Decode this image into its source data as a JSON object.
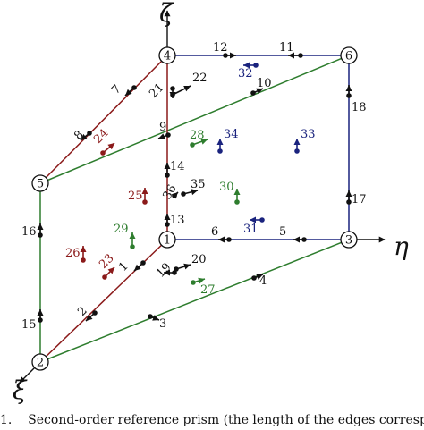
{
  "colors": {
    "black": "#111111",
    "red": "#8b1a1a",
    "green": "#2e7d2e",
    "blue": "#1a237e"
  },
  "axes": [
    {
      "id": "xi",
      "label": "ξ"
    },
    {
      "id": "eta",
      "label": "η"
    },
    {
      "id": "zeta",
      "label": "ζ"
    }
  ],
  "vertices": [
    {
      "id": "1",
      "label": "1"
    },
    {
      "id": "2",
      "label": "2"
    },
    {
      "id": "3",
      "label": "3"
    },
    {
      "id": "4",
      "label": "4"
    },
    {
      "id": "5",
      "label": "5"
    },
    {
      "id": "6",
      "label": "6"
    }
  ],
  "edges": [
    {
      "from": "1",
      "to": "2",
      "color": "red"
    },
    {
      "from": "4",
      "to": "5",
      "color": "red"
    },
    {
      "from": "2",
      "to": "3",
      "color": "green"
    },
    {
      "from": "5",
      "to": "6",
      "color": "green"
    },
    {
      "from": "2",
      "to": "5",
      "color": "green"
    },
    {
      "from": "1",
      "to": "3",
      "color": "blue"
    },
    {
      "from": "4",
      "to": "6",
      "color": "blue"
    },
    {
      "from": "3",
      "to": "6",
      "color": "blue"
    },
    {
      "from": "1",
      "to": "4",
      "color": "red"
    }
  ],
  "dofs": [
    {
      "label": "1",
      "color": "black"
    },
    {
      "label": "2",
      "color": "black"
    },
    {
      "label": "3",
      "color": "black"
    },
    {
      "label": "4",
      "color": "black"
    },
    {
      "label": "5",
      "color": "black"
    },
    {
      "label": "6",
      "color": "black"
    },
    {
      "label": "7",
      "color": "black"
    },
    {
      "label": "8",
      "color": "black"
    },
    {
      "label": "9",
      "color": "black"
    },
    {
      "label": "10",
      "color": "black"
    },
    {
      "label": "11",
      "color": "black"
    },
    {
      "label": "12",
      "color": "black"
    },
    {
      "label": "13",
      "color": "black"
    },
    {
      "label": "14",
      "color": "black"
    },
    {
      "label": "15",
      "color": "black"
    },
    {
      "label": "16",
      "color": "black"
    },
    {
      "label": "17",
      "color": "black"
    },
    {
      "label": "18",
      "color": "black"
    },
    {
      "label": "19",
      "color": "black"
    },
    {
      "label": "20",
      "color": "black"
    },
    {
      "label": "21",
      "color": "black"
    },
    {
      "label": "22",
      "color": "black"
    },
    {
      "label": "23",
      "color": "red"
    },
    {
      "label": "24",
      "color": "red"
    },
    {
      "label": "25",
      "color": "red"
    },
    {
      "label": "26",
      "color": "red"
    },
    {
      "label": "27",
      "color": "green"
    },
    {
      "label": "28",
      "color": "green"
    },
    {
      "label": "29",
      "color": "green"
    },
    {
      "label": "30",
      "color": "green"
    },
    {
      "label": "31",
      "color": "blue"
    },
    {
      "label": "32",
      "color": "blue"
    },
    {
      "label": "33",
      "color": "blue"
    },
    {
      "label": "34",
      "color": "blue"
    },
    {
      "label": "35",
      "color": "black"
    },
    {
      "label": "36",
      "color": "black"
    }
  ],
  "caption": {
    "prefix": "1.",
    "text": "Second-order reference prism (the length of the edges correspond"
  }
}
